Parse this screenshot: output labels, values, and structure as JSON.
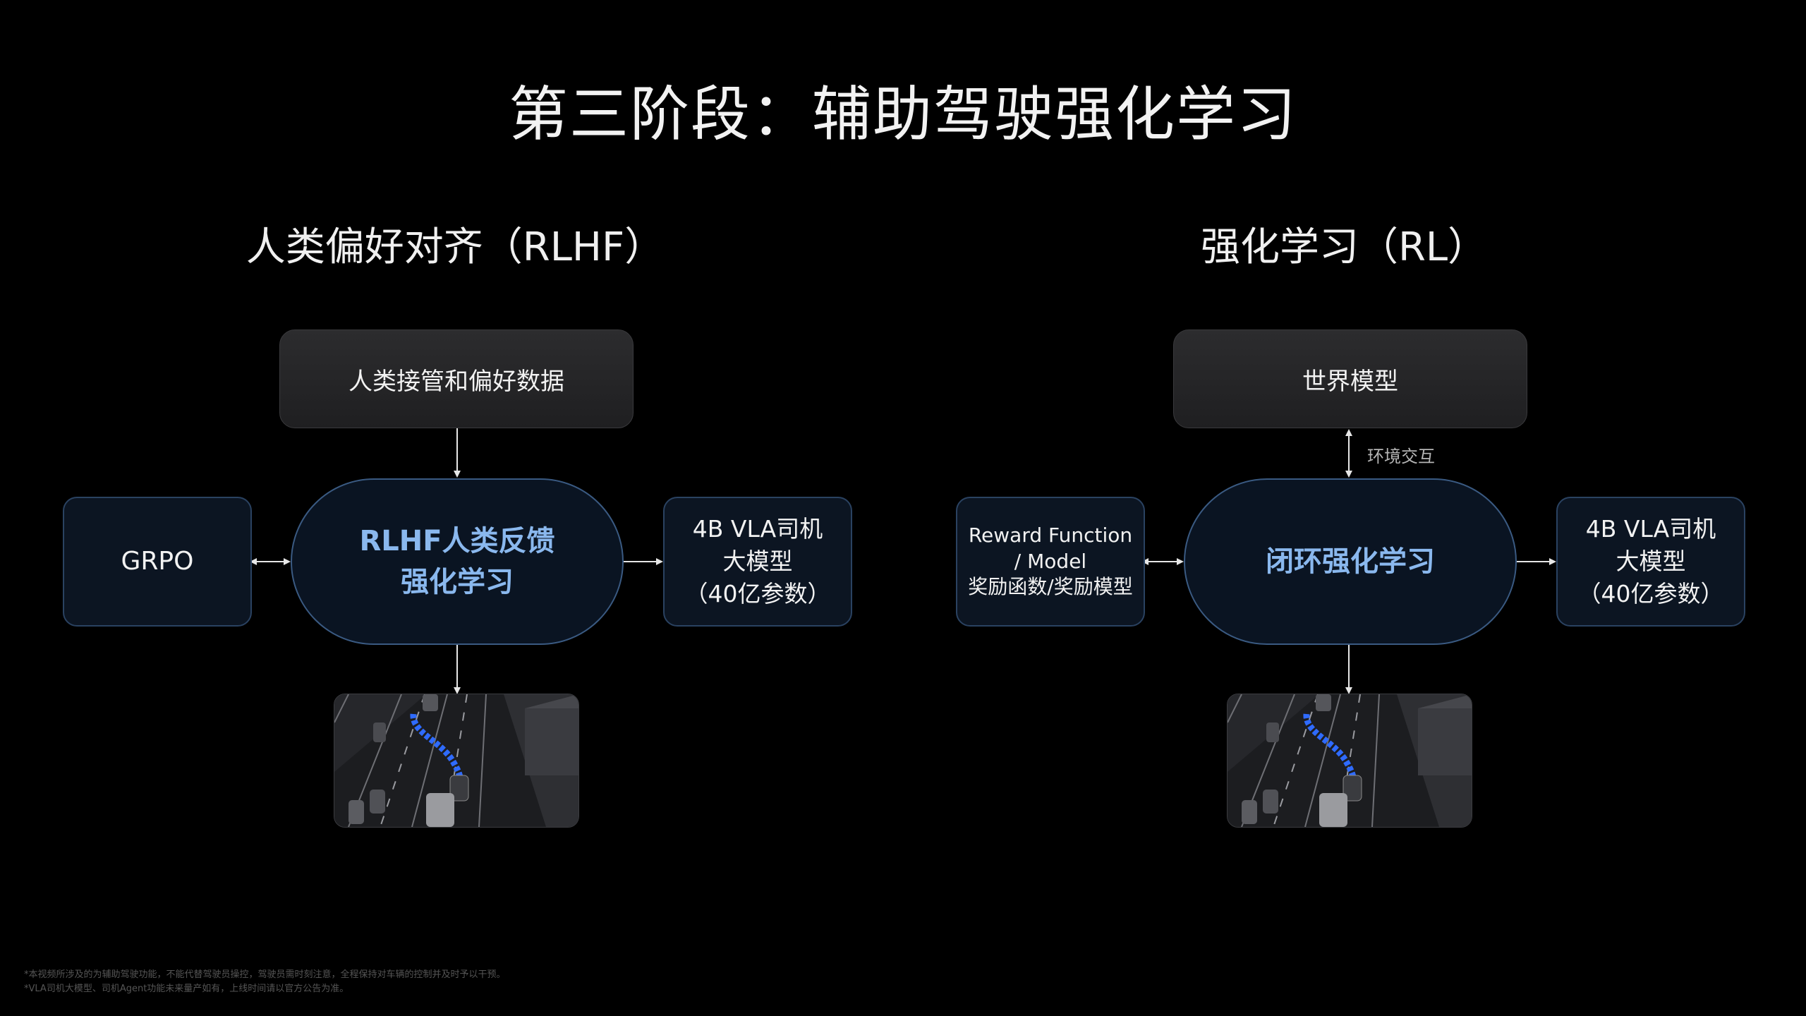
{
  "title": "第三阶段：辅助驾驶强化学习",
  "left": {
    "heading": "人类偏好对齐（RLHF）",
    "data_box": "人类接管和偏好数据",
    "grpo": "GRPO",
    "center_line1": "RLHF人类反馈",
    "center_line2": "强化学习",
    "model_line1": "4B VLA司机",
    "model_line2": "大模型",
    "model_line3": "（40亿参数）"
  },
  "right": {
    "heading": "强化学习（RL）",
    "world_box": "世界模型",
    "interaction_label": "环境交互",
    "reward_line1": "Reward Function",
    "reward_line2": "/ Model",
    "reward_line3": "奖励函数/奖励模型",
    "center": "闭环强化学习",
    "model_line1": "4B VLA司机",
    "model_line2": "大模型",
    "model_line3": "（40亿参数）"
  },
  "footnotes": [
    "*本视频所涉及的为辅助驾驶功能，不能代替驾驶员操控，驾驶员需时刻注意，全程保持对车辆的控制并及时予以干预。",
    "*VLA司机大模型、司机Agent功能未来量产如有，上线时间请以官方公告为准。"
  ],
  "colors": {
    "background": "#000000",
    "accent_text": "#8ab8ee",
    "pill_border": "#3a5a82",
    "trajectory": "#2f6bff"
  }
}
